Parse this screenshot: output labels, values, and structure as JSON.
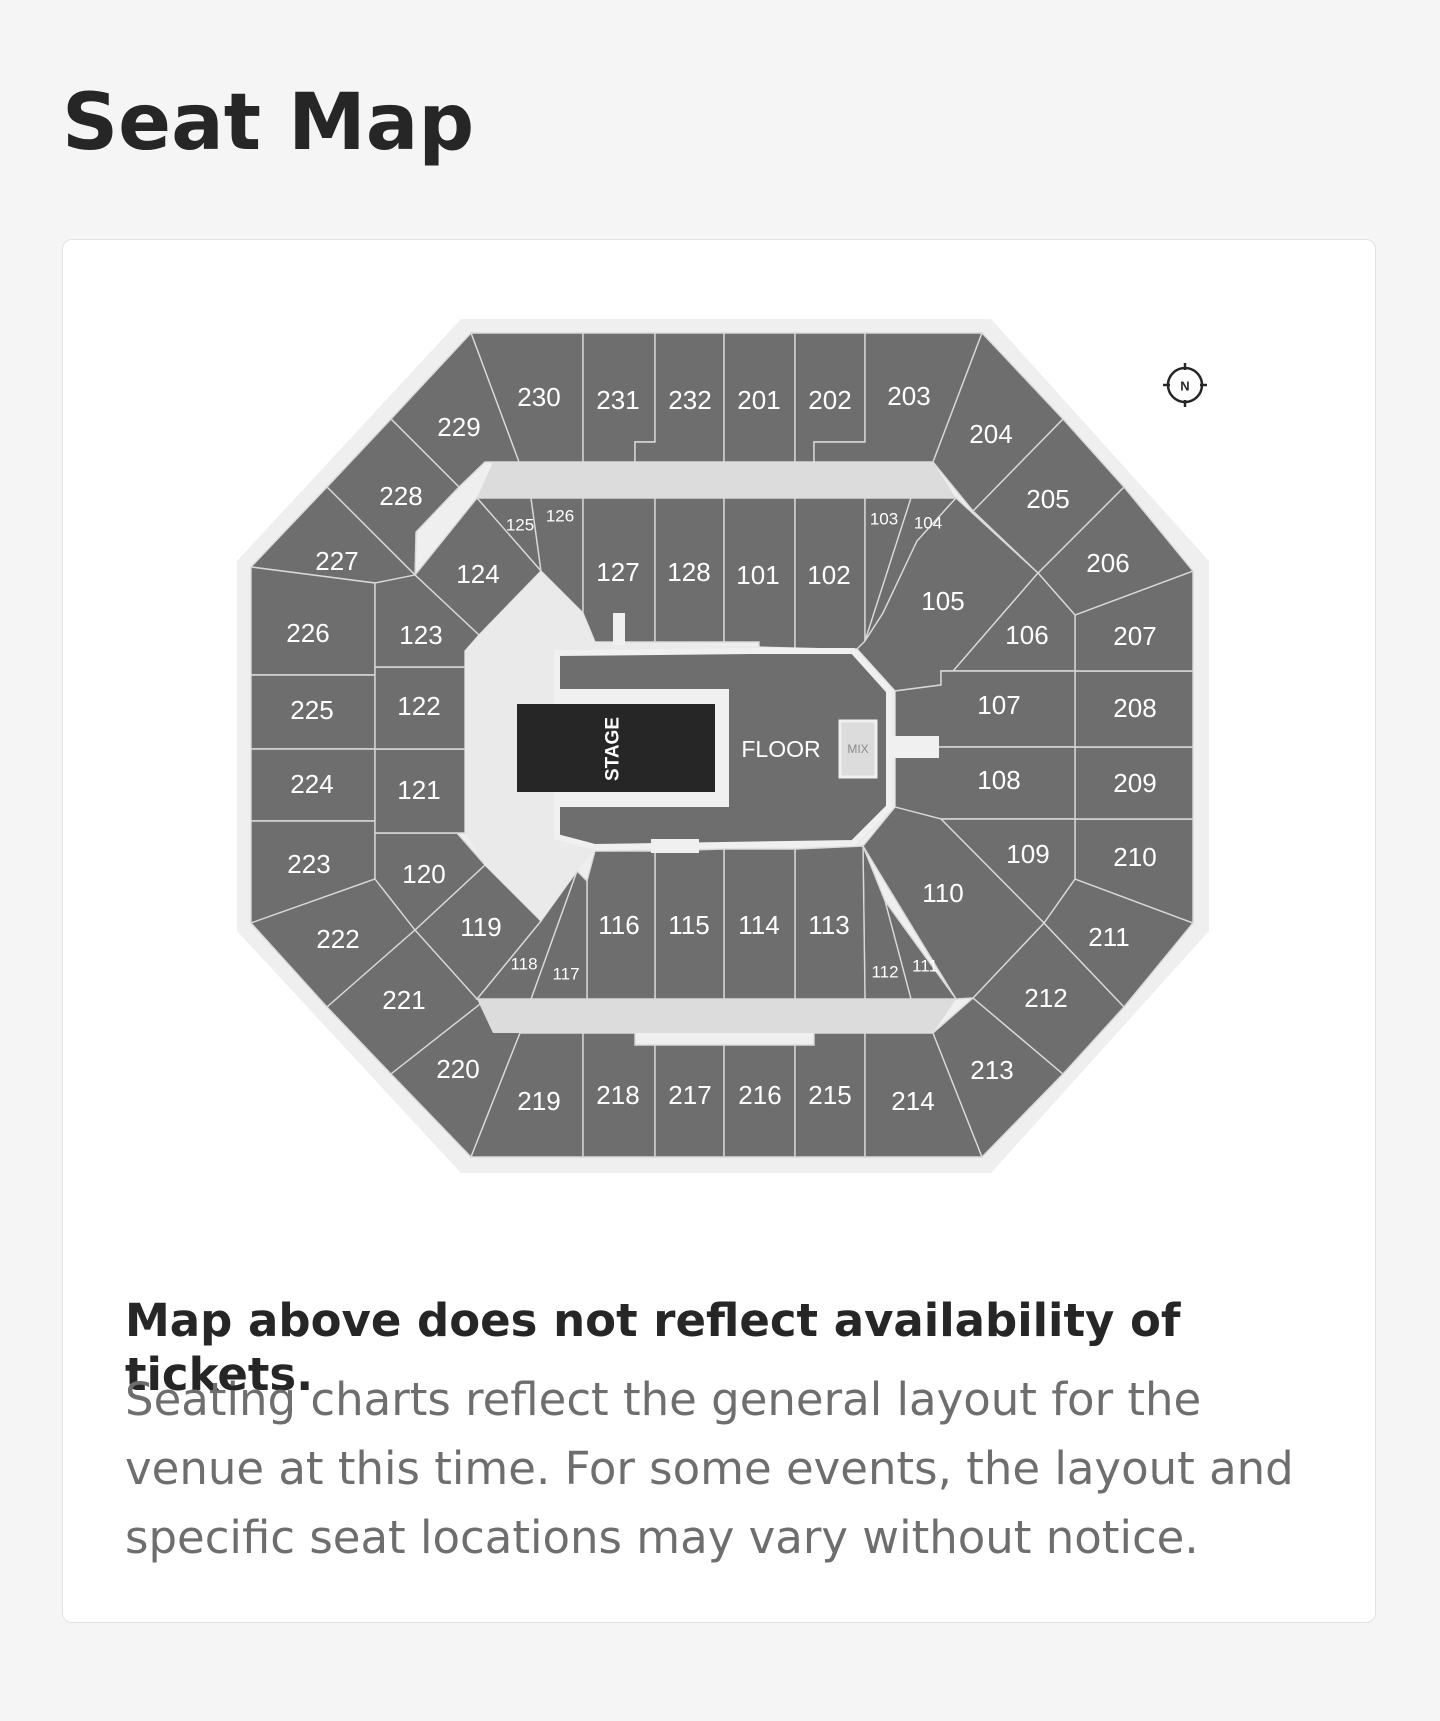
{
  "header": {
    "title": "Seat Map"
  },
  "map": {
    "compass": {
      "label": "N"
    },
    "stage_label": "STAGE",
    "floor_label": "FLOOR",
    "mix_label": "MIX",
    "colors": {
      "section": "#6e6e6e",
      "background": "#f0f0f0",
      "stage": "#262626"
    },
    "sections": {
      "s230": "230",
      "s231": "231",
      "s232": "232",
      "s201": "201",
      "s202": "202",
      "s203": "203",
      "s204": "204",
      "s205": "205",
      "s206": "206",
      "s207": "207",
      "s208": "208",
      "s209": "209",
      "s210": "210",
      "s211": "211",
      "s212": "212",
      "s213": "213",
      "s214": "214",
      "s215": "215",
      "s216": "216",
      "s217": "217",
      "s218": "218",
      "s219": "219",
      "s220": "220",
      "s221": "221",
      "s222": "222",
      "s223": "223",
      "s224": "224",
      "s225": "225",
      "s226": "226",
      "s227": "227",
      "s228": "228",
      "s229": "229",
      "s101": "101",
      "s102": "102",
      "s103": "103",
      "s104": "104",
      "s105": "105",
      "s106": "106",
      "s107": "107",
      "s108": "108",
      "s109": "109",
      "s110": "110",
      "s111": "111",
      "s112": "112",
      "s113": "113",
      "s114": "114",
      "s115": "115",
      "s116": "116",
      "s117": "117",
      "s118": "118",
      "s119": "119",
      "s120": "120",
      "s121": "121",
      "s122": "122",
      "s123": "123",
      "s124": "124",
      "s125": "125",
      "s126": "126",
      "s127": "127",
      "s128": "128"
    }
  },
  "notice": {
    "title": "Map above does not reflect availability of tickets.",
    "body": "Seating charts reflect the general layout for the venue at this time. For some events, the layout and specific seat locations may vary without notice."
  }
}
